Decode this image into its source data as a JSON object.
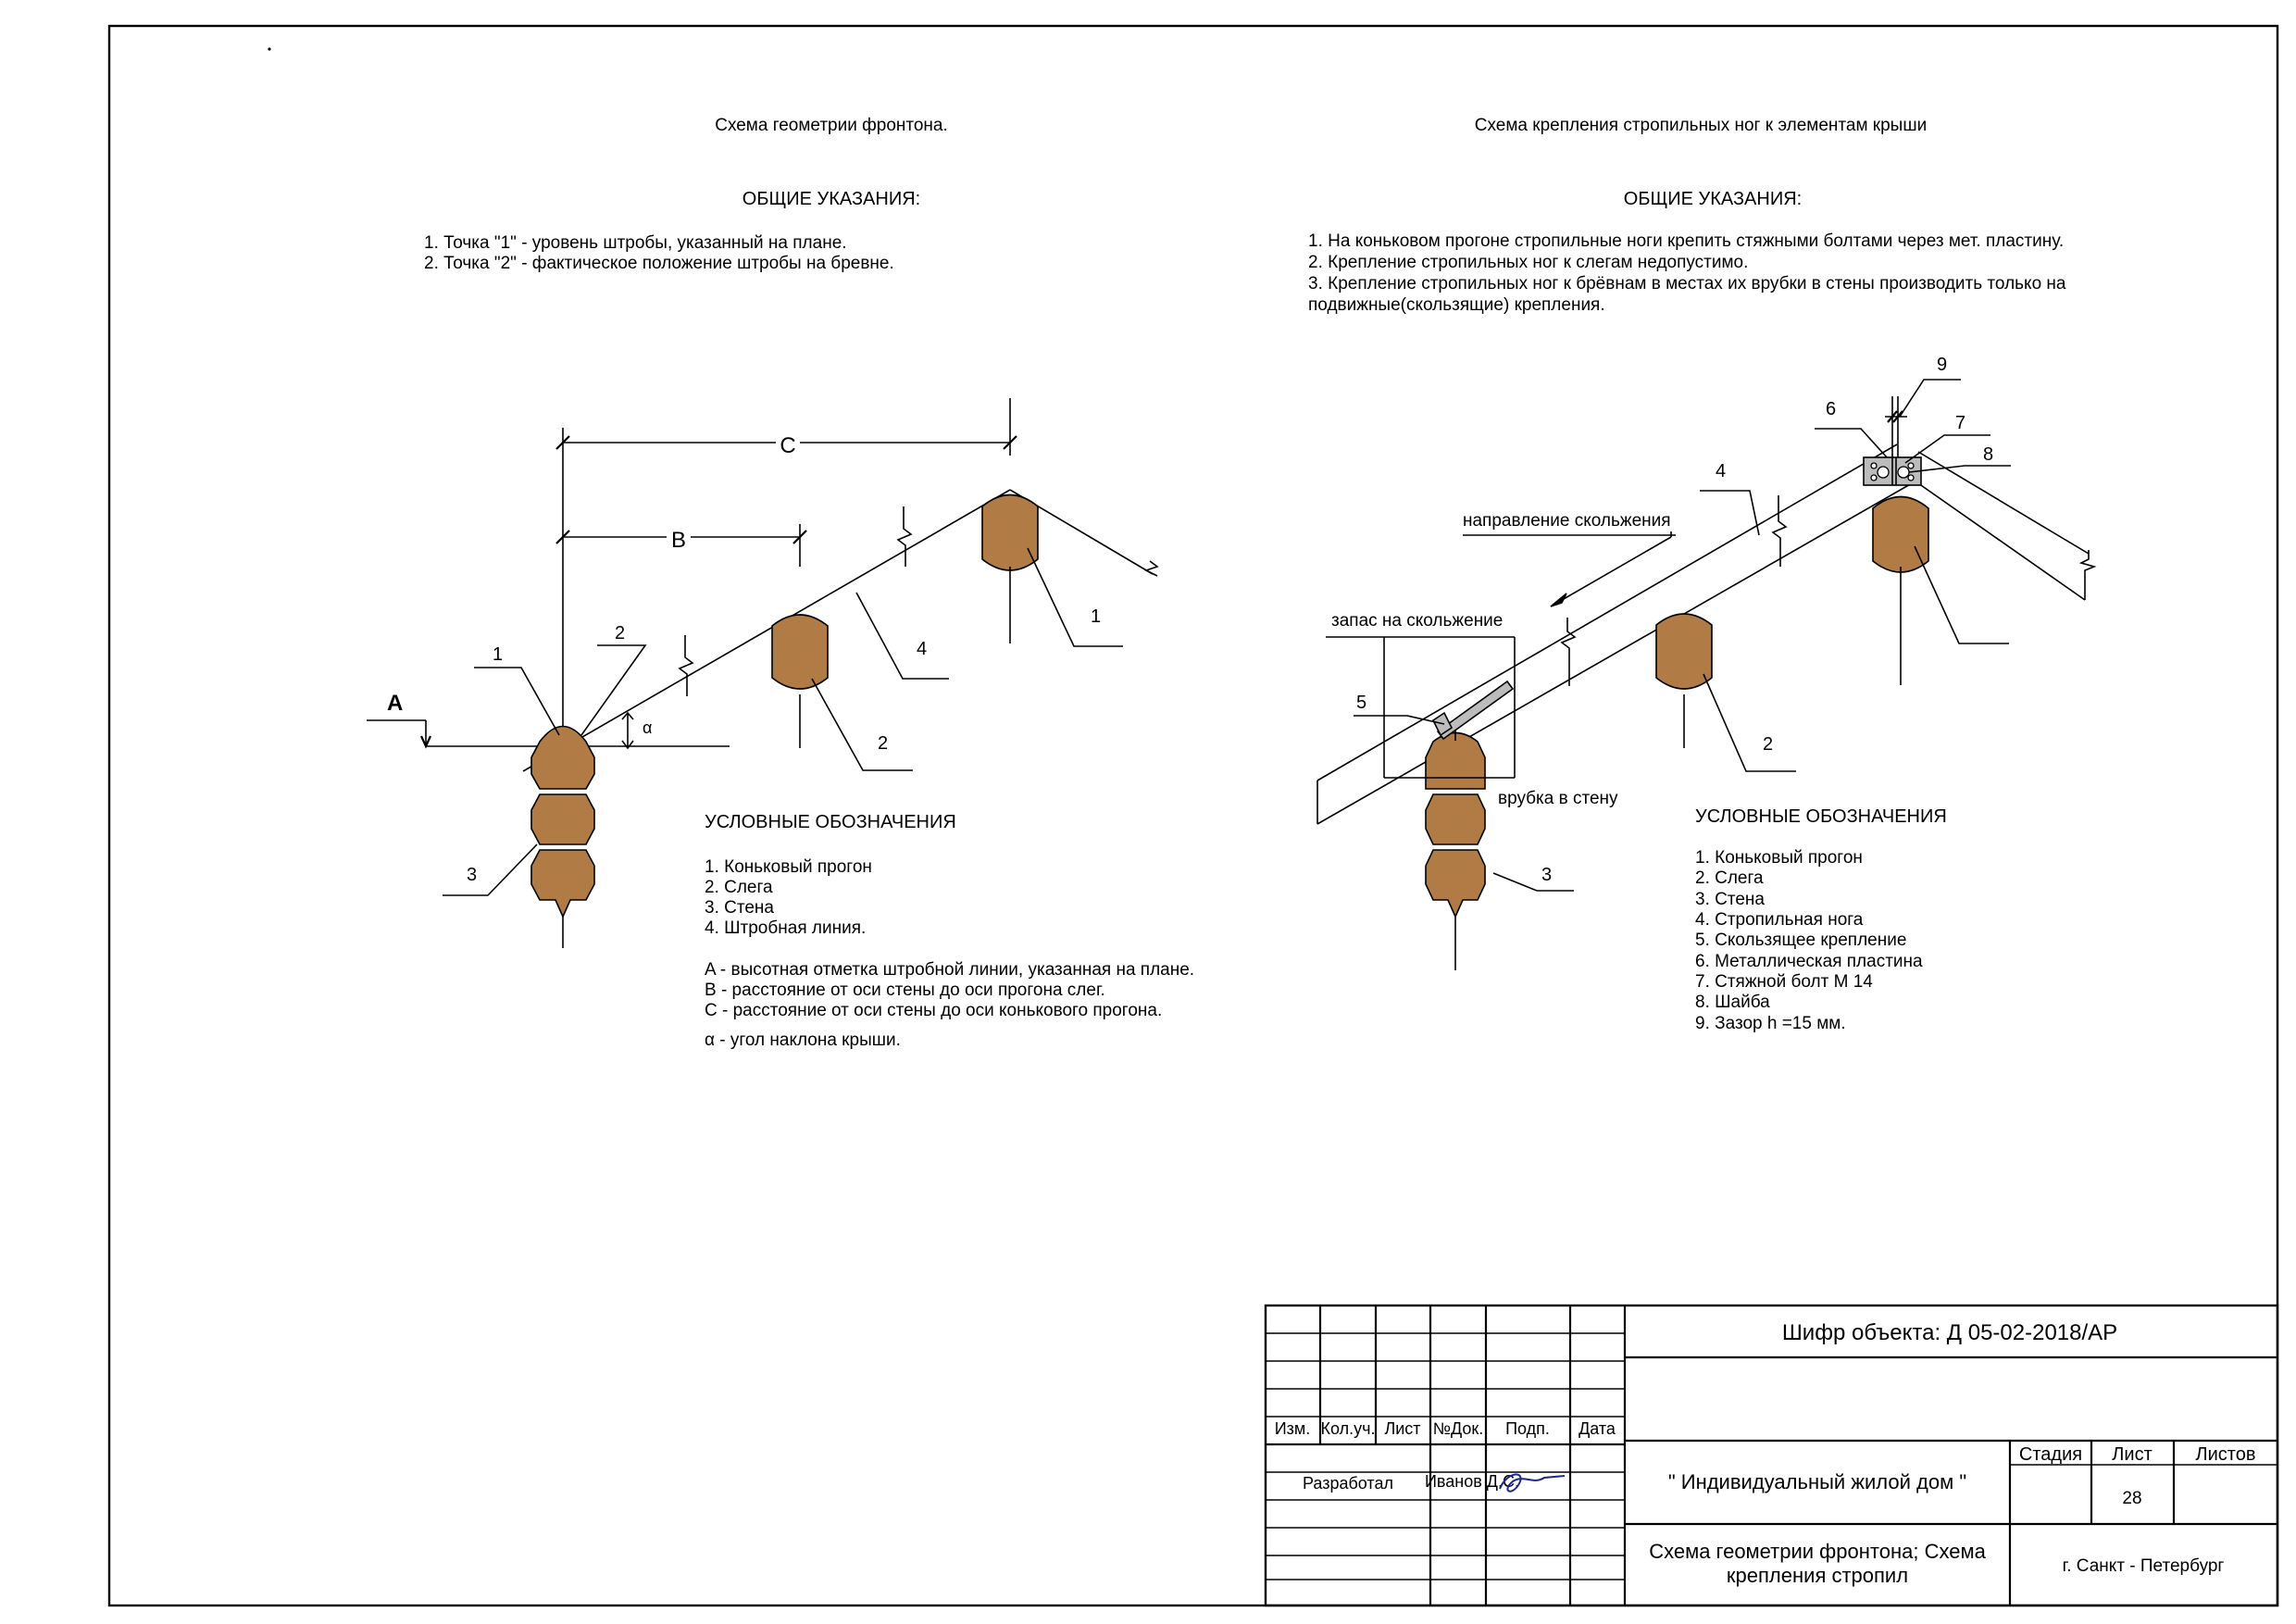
{
  "left": {
    "title": "Схема геометрии фронтона.",
    "notes_heading": "ОБЩИЕ УКАЗАНИЯ:",
    "notes": [
      "1. Точка \"1\" - уровень штробы, указанный на плане.",
      "2. Точка \"2\" - фактическое положение штробы на бревне."
    ],
    "labels": {
      "C": "C",
      "B": "B",
      "A": "A",
      "alpha": "α",
      "n1": "1",
      "n2": "2",
      "n3": "3",
      "n4": "4",
      "n1r": "1",
      "n2r": "2"
    },
    "legend_heading": "УСЛОВНЫЕ ОБОЗНАЧЕНИЯ",
    "legend": [
      "1. Коньковый прогон",
      "2. Слега",
      "3. Стена",
      "4. Штробная линия."
    ],
    "defs": [
      "A - высотная отметка штробной линии, указанная на плане.",
      "B - расстояние от оси стены до оси прогона слег.",
      "C - расстояние от оси стены до оси конькового прогона."
    ],
    "alpha_def": "α  - угол наклона крыши."
  },
  "right": {
    "title": "Схема крепления стропильных ног к элементам крыши",
    "notes_heading": "ОБЩИЕ УКАЗАНИЯ:",
    "notes": [
      "1. На коньковом прогоне стропильные ноги крепить стяжными болтами через мет. пластину.",
      "2. Крепление стропильных ног к слегам недопустимо.",
      "3. Крепление стропильных ног к брёвнам в местах их врубки в стены производить только на",
      "подвижные(скользящие) крепления."
    ],
    "annotations": {
      "slide_direction": "направление скольжения",
      "slide_reserve": "запас на скольжение",
      "notch": "врубка в стену"
    },
    "labels": {
      "n2": "2",
      "n3": "3",
      "n4": "4",
      "n5": "5",
      "n6": "6",
      "n7": "7",
      "n8": "8",
      "n9": "9"
    },
    "legend_heading": "УСЛОВНЫЕ ОБОЗНАЧЕНИЯ",
    "legend": [
      "1. Коньковый прогон",
      "2. Слега",
      "3. Стена",
      "4. Стропильная нога",
      "5. Скользящее крепление",
      "6. Металлическая пластина",
      "7. Стяжной болт М 14",
      "8. Шайба",
      "9. Зазор h =15 мм."
    ]
  },
  "stamp": {
    "code": "Шифр объекта: Д 05-02-2018/АР",
    "headers": [
      "Изм.",
      "Кол.уч.",
      "Лист",
      "№Док.",
      "Подп.",
      "Дата"
    ],
    "role": "Разработал",
    "author": "Иванов Д.С.",
    "project": "\" Индивидуальный жилой дом \"",
    "stage_label": "Стадия",
    "sheet_label": "Лист",
    "sheets_label": "Листов",
    "sheet_number": "28",
    "drawing_title_1": "Схема геометрии фронтона; Схема",
    "drawing_title_2": "крепления стропил",
    "city": "г. Санкт - Петербург"
  }
}
